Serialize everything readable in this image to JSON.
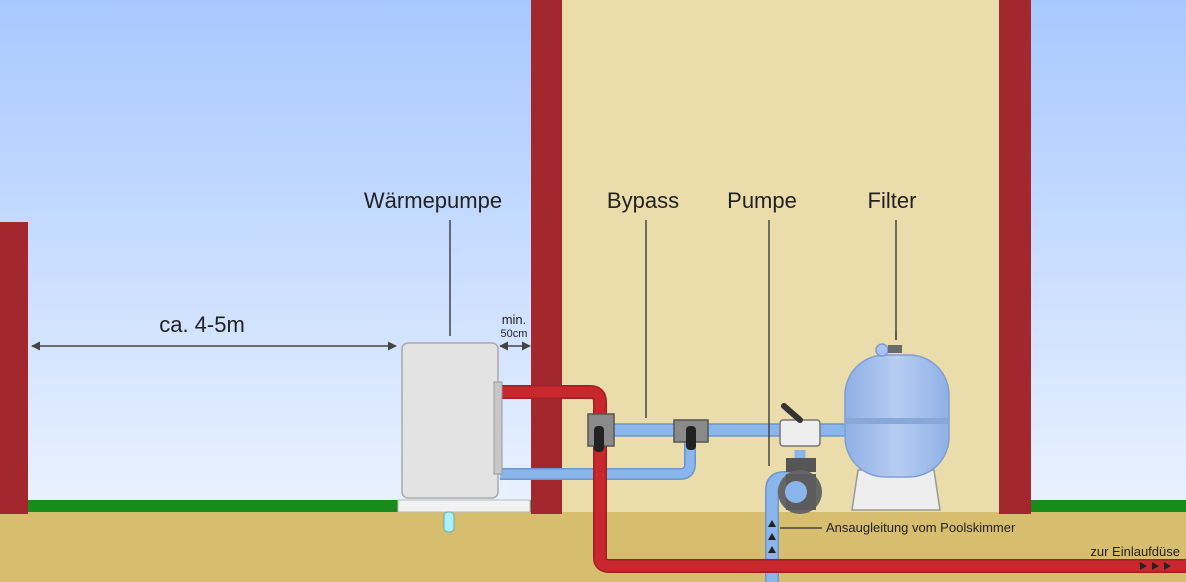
{
  "labels": {
    "heat_pump": "Wärmepumpe",
    "bypass": "Bypass",
    "pump": "Pumpe",
    "filter": "Filter",
    "distance": "ca. 4-5m",
    "min_top": "min.",
    "min_bottom": "50cm",
    "suction_line": "Ansaugleitung vom Poolskimmer",
    "return_line": "zur Einlaufdüse"
  },
  "colors": {
    "sky_top": "#a7c8ff",
    "sky_bottom": "#eaf2ff",
    "ground": "#d7bd6e",
    "wall_interior": "#ebdcab",
    "wall_red": "#a3282d",
    "grass": "#198b1b",
    "pipe_hot": "#c8272e",
    "pipe_cold": "#8ab6ec",
    "tank": "#a9c3ee",
    "heat_pump_body": "#e3e3e3",
    "valve_dark": "#5c5c5c"
  }
}
